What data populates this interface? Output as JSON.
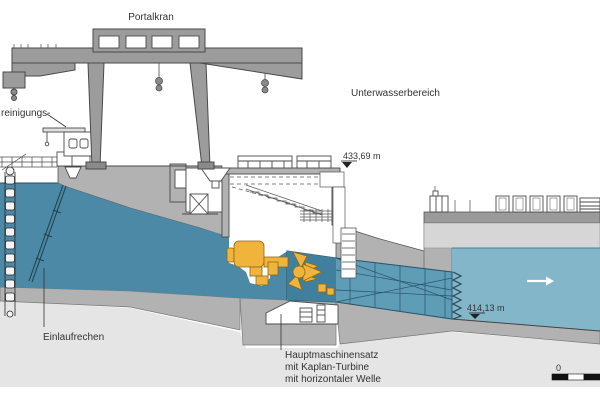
{
  "diagram": {
    "type": "hydropower-plant-cross-section",
    "labels": {
      "crane": "Portalkran",
      "tailwater_area": "Unterwasserbereich",
      "cleaning_machine_partial": "reinigungs-",
      "intake_screen": "Einlaufrechen",
      "main_machine_set": [
        "Hauptmaschinensatz",
        "mit Kaplan-Turbine",
        "mit horizontaler Welle"
      ],
      "elevation_upper": "433,69 m",
      "elevation_lower": "414,13 m",
      "scale_zero": "0"
    },
    "colors": {
      "headwater": "#4c89a7",
      "tailwater": "#84b6c9",
      "draft_tube": "#5f9cb5",
      "turbine_passage": "#417f9e",
      "machine_yellow": "#f0b43c",
      "concrete": "#b2b2b2",
      "concrete_light": "#e5e5e5",
      "crane_gray": "#9c9c9c",
      "deck_dark": "#9a9a9a",
      "outline": "#4a4a4a"
    }
  }
}
